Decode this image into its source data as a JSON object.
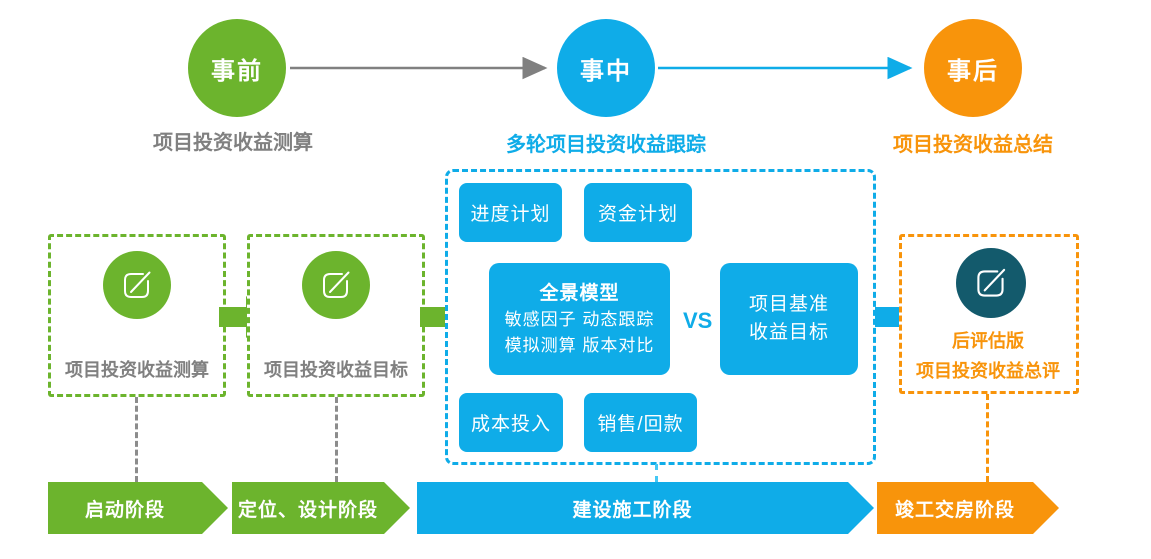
{
  "colors": {
    "green": "#6CB42D",
    "blue": "#0FACE8",
    "orange": "#F8940B",
    "teal": "#135A6C",
    "gray_text": "#808080",
    "gray_connector": "#8C8C8C",
    "cyan_connector": "#45C8F5"
  },
  "timeline": {
    "stages": [
      {
        "name": "事前",
        "label": "项目投资收益测算"
      },
      {
        "name": "事中",
        "label": "多轮项目投资收益跟踪"
      },
      {
        "name": "事后",
        "label": "项目投资收益总结"
      }
    ]
  },
  "pre_stage": {
    "estimate_box": "项目投资收益测算",
    "target_box": "项目投资收益目标"
  },
  "tracking": {
    "schedule_plan": "进度计划",
    "fund_plan": "资金计划",
    "cost_input": "成本投入",
    "sales_collection": "销售/回款",
    "model_title": "全景模型",
    "model_line2": "敏感因子 动态跟踪",
    "model_line3": "模拟测算 版本对比",
    "vs": "VS",
    "baseline_line1": "项目基准",
    "baseline_line2": "收益目标"
  },
  "post_stage": {
    "version": "后评估版",
    "summary": "项目投资收益总评"
  },
  "phases": [
    {
      "label": "启动阶段"
    },
    {
      "label": "定位、设计阶段"
    },
    {
      "label": "建设施工阶段"
    },
    {
      "label": "竣工交房阶段"
    }
  ]
}
